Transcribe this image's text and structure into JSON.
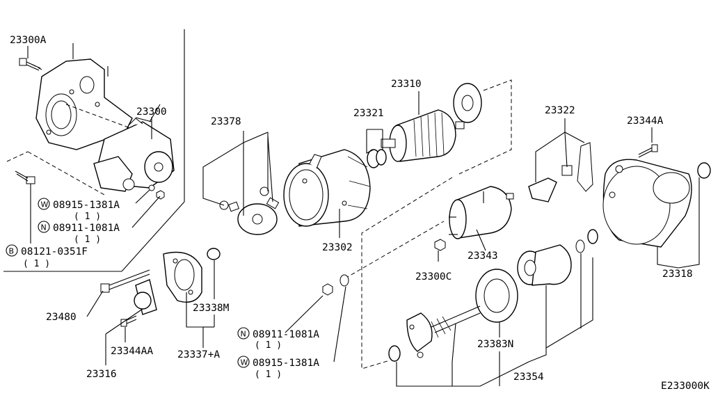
{
  "diagram_code": "E233000K",
  "labels": {
    "p23300A": "23300A",
    "p23300": "23300",
    "p23378": "23378",
    "p23310": "23310",
    "p23321": "23321",
    "p23322": "23322",
    "p23344A": "23344A",
    "p23302": "23302",
    "p23343": "23343",
    "p23300C": "23300C",
    "p23318": "23318",
    "p23338M": "23338M",
    "p23480": "23480",
    "p23344AA": "23344AA",
    "p23337A": "23337+A",
    "p23316": "23316",
    "p23383N": "23383N",
    "p23354": "23354"
  },
  "fasteners": [
    {
      "prefix": "W",
      "code": "08915-1381A",
      "qty": "( 1 )"
    },
    {
      "prefix": "N",
      "code": "08911-1081A",
      "qty": "( 1 )"
    },
    {
      "prefix": "B",
      "code": "08121-0351F",
      "qty": "( 1 )"
    },
    {
      "prefix": "N",
      "code": "08911-1081A",
      "qty": "( 1 )"
    },
    {
      "prefix": "W",
      "code": "08915-1381A",
      "qty": "( 1 )"
    }
  ]
}
